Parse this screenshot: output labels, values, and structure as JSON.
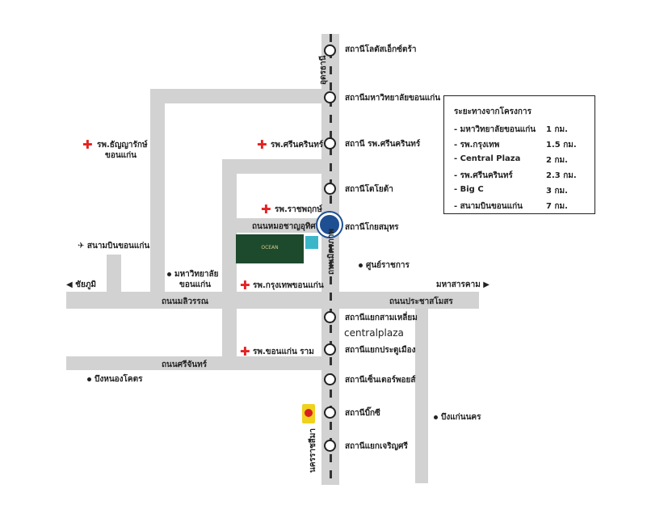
{
  "roads": {
    "main_north": "อุดรธานี",
    "main_south": "นครราชสีมา",
    "mittraphap": "ถนนมิตรภาพ",
    "mor_chan": "ถนนหมอชาญอุทิศ",
    "maliwan": "ถนนมลิวรรณ",
    "prachasamosorn": "ถนนประชาสโมสร",
    "srichan": "ถนนศรีจันทร์",
    "west": "ชัยภูมิ",
    "east": "มหาสารคาม"
  },
  "stations": [
    "สถานีโลตัสเอ็กซ์ตร้า",
    "สถานีมหาวิทยาลัยขอนแก่น",
    "สถานี รพ.ศรีนครินทร์",
    "สถานีโตโยต้า",
    "สถานีโกยสมุทร",
    "สถานีแยกสามเหลี่ยม",
    "สถานีแยกประตูเมือง",
    "สถานีเซ็นเตอร์พอยส์",
    "สถานีบิ๊กซี",
    "สถานีแยกเจริญศรี"
  ],
  "places": {
    "thanya": "รพ.ธัญญารักษ์",
    "thanya2": "ขอนแก่น",
    "srinagarind": "รพ.ศรีนครินทร์",
    "ratchaphruek": "รพ.ราชพฤกษ์",
    "airport": "สนามบินขอนแก่น",
    "university": "มหาวิทยาลัย",
    "university2": "ขอนแก่น",
    "bangkok_hosp": "รพ.กรุงเทพขอนแก่น",
    "govt": "ศูนย์ราชการ",
    "khonkaen_ram": "รพ.ขอนแก่น ราม",
    "bueng_nong": "บึงหนองโคตร",
    "bueng_kaen": "บึงแก่นนคร",
    "central": "centralplaza",
    "project": "OCEAN"
  },
  "legend": {
    "title": "ระยะทางจากโครงการ",
    "rows": [
      {
        "name": "- มหาวิทยาลัยขอนแก่น",
        "dist": "1 กม."
      },
      {
        "name": "- รพ.กรุงเทพ",
        "dist": "1.5 กม."
      },
      {
        "name": "- Central Plaza",
        "dist": "2 กม."
      },
      {
        "name": "- รพ.ศรีนครินทร์",
        "dist": "2.3 กม."
      },
      {
        "name": "- Big C",
        "dist": "3 กม."
      },
      {
        "name": "- สนามบินขอนแก่น",
        "dist": "7 กม."
      }
    ]
  }
}
